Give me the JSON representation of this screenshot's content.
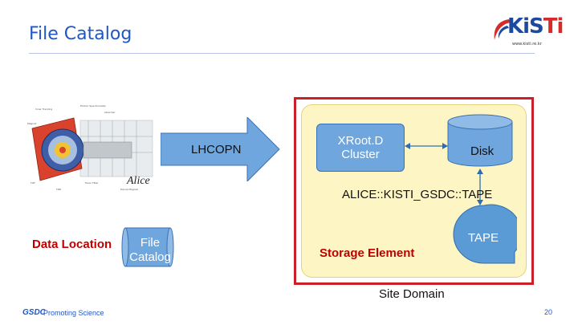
{
  "header": {
    "title": "File Catalog"
  },
  "logo": {
    "text_main": "KiS",
    "text_accent": "Ti",
    "url": "www.kisti.re.kr"
  },
  "diagram": {
    "arrow_label": "LHCOPN",
    "xrootd_label_line1": "XRoot.D",
    "xrootd_label_line2": "Cluster",
    "disk_label": "Disk",
    "se_path": "ALICE::KISTI_GSDC::TAPE",
    "tape_label": "TAPE",
    "storage_element": "Storage Element",
    "site_domain": "Site Domain",
    "data_location": "Data Location",
    "file_catalog_line1": "File",
    "file_catalog_line2": "Catalog",
    "alice_caption": "Alice"
  },
  "footer": {
    "org": "GSDC",
    "tagline": "Promoting Science",
    "page": "20"
  },
  "colors": {
    "title_blue": "#1f57c8",
    "arrow_blue": "#6ea6dd",
    "frame_red": "#c9202a",
    "domain_yellow": "#fdf5c3",
    "label_red": "#c00000",
    "tape_blue": "#5b9bd5"
  }
}
